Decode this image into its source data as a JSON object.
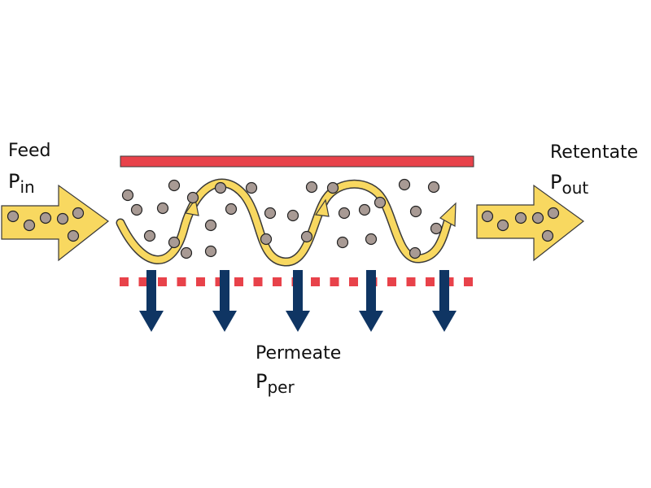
{
  "feed": {
    "label": "Feed",
    "pressure_symbol": "P",
    "pressure_subscript": "in"
  },
  "retentate": {
    "label": "Retentate",
    "pressure_symbol": "P",
    "pressure_subscript": "out"
  },
  "permeate": {
    "label": "Permeate",
    "pressure_symbol": "P",
    "pressure_subscript": "per"
  },
  "colors": {
    "arrow_fill": "#f8d860",
    "arrow_stroke": "#3a3a3a",
    "particle_fill": "#a89a94",
    "particle_stroke": "#222222",
    "wall": "#e8424a",
    "membrane": "#e8424a",
    "permeate_arrow": "#0f3563"
  },
  "permeate_arrow_count": 5
}
